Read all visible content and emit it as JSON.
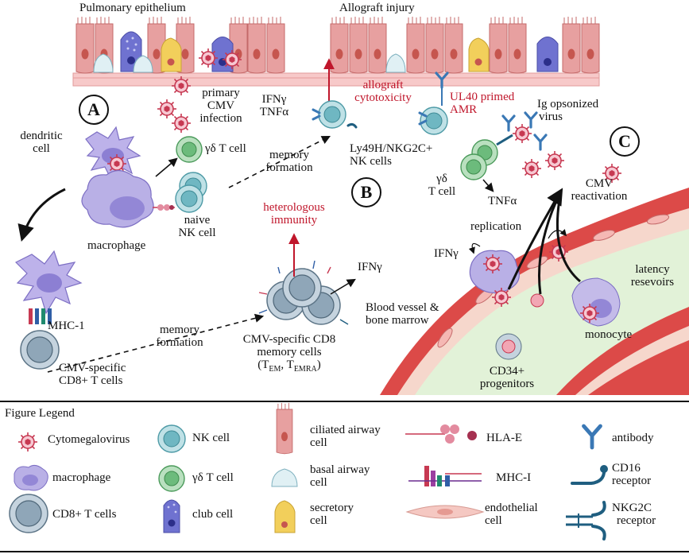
{
  "labels": {
    "pulmonary_epithelium": "Pulmonary epithelium",
    "allograft_injury": "Allograft injury",
    "primary_infection": [
      "primary",
      "CMV",
      "infection"
    ],
    "dendritic_cell": [
      "dendritic",
      "cell"
    ],
    "macrophage": "macrophage",
    "gd_t_cell_top": "γδ T cell",
    "naive_nk": [
      "naive",
      "NK cell"
    ],
    "ifng_tnfa_top": [
      "IFNγ",
      "TNFα"
    ],
    "memory_formation_top": [
      "memory",
      "formation"
    ],
    "allograft_cytotoxicity": [
      "allograft",
      "cytotoxicity"
    ],
    "ul40_primed": [
      "UL40 primed",
      "AMR"
    ],
    "ly49h": [
      "Ly49H/NKG2C+",
      "NK cells"
    ],
    "ig_opsonized": [
      "Ig opsonized",
      "virus"
    ],
    "gd_t_cell_right": [
      "γδ",
      "T cell"
    ],
    "tnfa_right": "TNFα",
    "heterologous": [
      "heterologous",
      "immunity"
    ],
    "ifng_memory": "IFNγ",
    "mhc1": "MHC-1",
    "memory_formation_bottom": [
      "memory",
      "formation"
    ],
    "cmv_specific_cd8_cells": [
      "CMV-specific",
      "CD8+ T cells"
    ],
    "memory_cells": [
      "CMV-specific CD8",
      "memory cells"
    ],
    "memory_subtypes": {
      "open": "(T",
      "em": "EM",
      "sep": ", T",
      "emra": "EMRA",
      "close": ")"
    },
    "blood_vessel": [
      "Blood vessel &",
      "bone marrow"
    ],
    "replication": "replication",
    "ifng_replication": "IFNγ",
    "cmv_reactivation": [
      "CMV",
      "reactivation"
    ],
    "latency": [
      "latency",
      "resevoirs"
    ],
    "monocyte": "monocyte",
    "cd34": [
      "CD34+",
      "progenitors"
    ]
  },
  "panels": {
    "a": "A",
    "b": "B",
    "c": "C"
  },
  "legend": {
    "title": "Figure Legend",
    "items": [
      {
        "label": [
          "Cytomegalovirus"
        ],
        "icon": "virus-icon"
      },
      {
        "label": [
          "NK cell"
        ],
        "icon": "nk-cell-icon"
      },
      {
        "label": [
          "ciliated airway",
          "cell"
        ],
        "icon": "ciliated-cell-icon"
      },
      {
        "label": [
          "HLA-E"
        ],
        "icon": "hla-e-icon"
      },
      {
        "label": [
          "antibody"
        ],
        "icon": "antibody-icon"
      },
      {
        "label": [
          "macrophage"
        ],
        "icon": "macrophage-icon"
      },
      {
        "label": [
          "γδ T cell"
        ],
        "icon": "gd-t-cell-icon"
      },
      {
        "label": [
          "basal airway",
          "cell"
        ],
        "icon": "basal-cell-icon"
      },
      {
        "label": [
          "MHC-I"
        ],
        "icon": "mhc-i-icon"
      },
      {
        "label": [
          "CD16",
          "receptor"
        ],
        "icon": "cd16-receptor-icon"
      },
      {
        "label": [
          "CD8+ T cells"
        ],
        "icon": "cd8-t-cell-icon"
      },
      {
        "label": [
          "club cell"
        ],
        "icon": "club-cell-icon"
      },
      {
        "label": [
          "secretory",
          "cell"
        ],
        "icon": "secretory-cell-icon"
      },
      {
        "label": [
          "endothelial",
          "cell"
        ],
        "icon": "endothelial-cell-icon"
      },
      {
        "label": [
          "NKG2C",
          "receptor"
        ],
        "icon": "nkg2c-receptor-icon"
      }
    ]
  },
  "colors": {
    "accent_red": "#c0162b",
    "epithelium": "#e9a3a3",
    "vessel": "#d9413f",
    "nk_cell": "#7fc3cc",
    "gd_cell": "#7cc189",
    "macrophage": "#a79ad6",
    "cd8": "#a9bccb",
    "virus": "#c73952",
    "secretory": "#f2cf5b",
    "club": "#6f72d0",
    "antibody": "#3a78b5"
  }
}
